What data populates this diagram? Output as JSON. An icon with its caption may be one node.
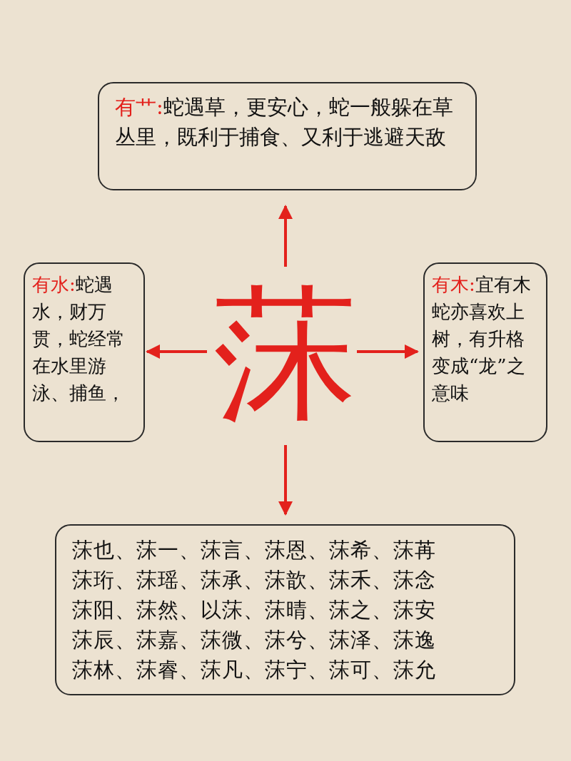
{
  "diagram": {
    "nodes": [
      {
        "text": [
          "莯"
        ]
      },
      {
        "text": [
          "有艹:",
          "蛇遇草，更安心，蛇一般躲在草丛里，既利于捕食、又利于逃避天敌"
        ]
      },
      {
        "text": [
          "有水:",
          "蛇遇水，财万贯，蛇经常在水里游泳、捕鱼，"
        ]
      },
      {
        "text": [
          "有木:",
          "宜有木蛇亦喜欢上树，有升格变成“龙”之意味"
        ]
      },
      {
        "text": [
          "莯也、莯一、莯言、莯恩、莯希、莯苒",
          "莯珩、莯瑶、莯承、莯歆、莯禾、莯念",
          "莯阳、莯然、以莯、莯晴、莯之、莯安",
          "莯辰、莯嘉、莯微、莯兮、莯泽、莯逸",
          "莯林、莯睿、莯凡、莯宁、莯可、莯允"
        ]
      }
    ],
    "edges": [
      {
        "from": 0,
        "to": 1,
        "arrow": "to"
      },
      {
        "from": 0,
        "to": 2,
        "arrow": "to"
      },
      {
        "from": 0,
        "to": 3,
        "arrow": "to"
      },
      {
        "from": 0,
        "to": 4,
        "arrow": "to"
      }
    ]
  }
}
